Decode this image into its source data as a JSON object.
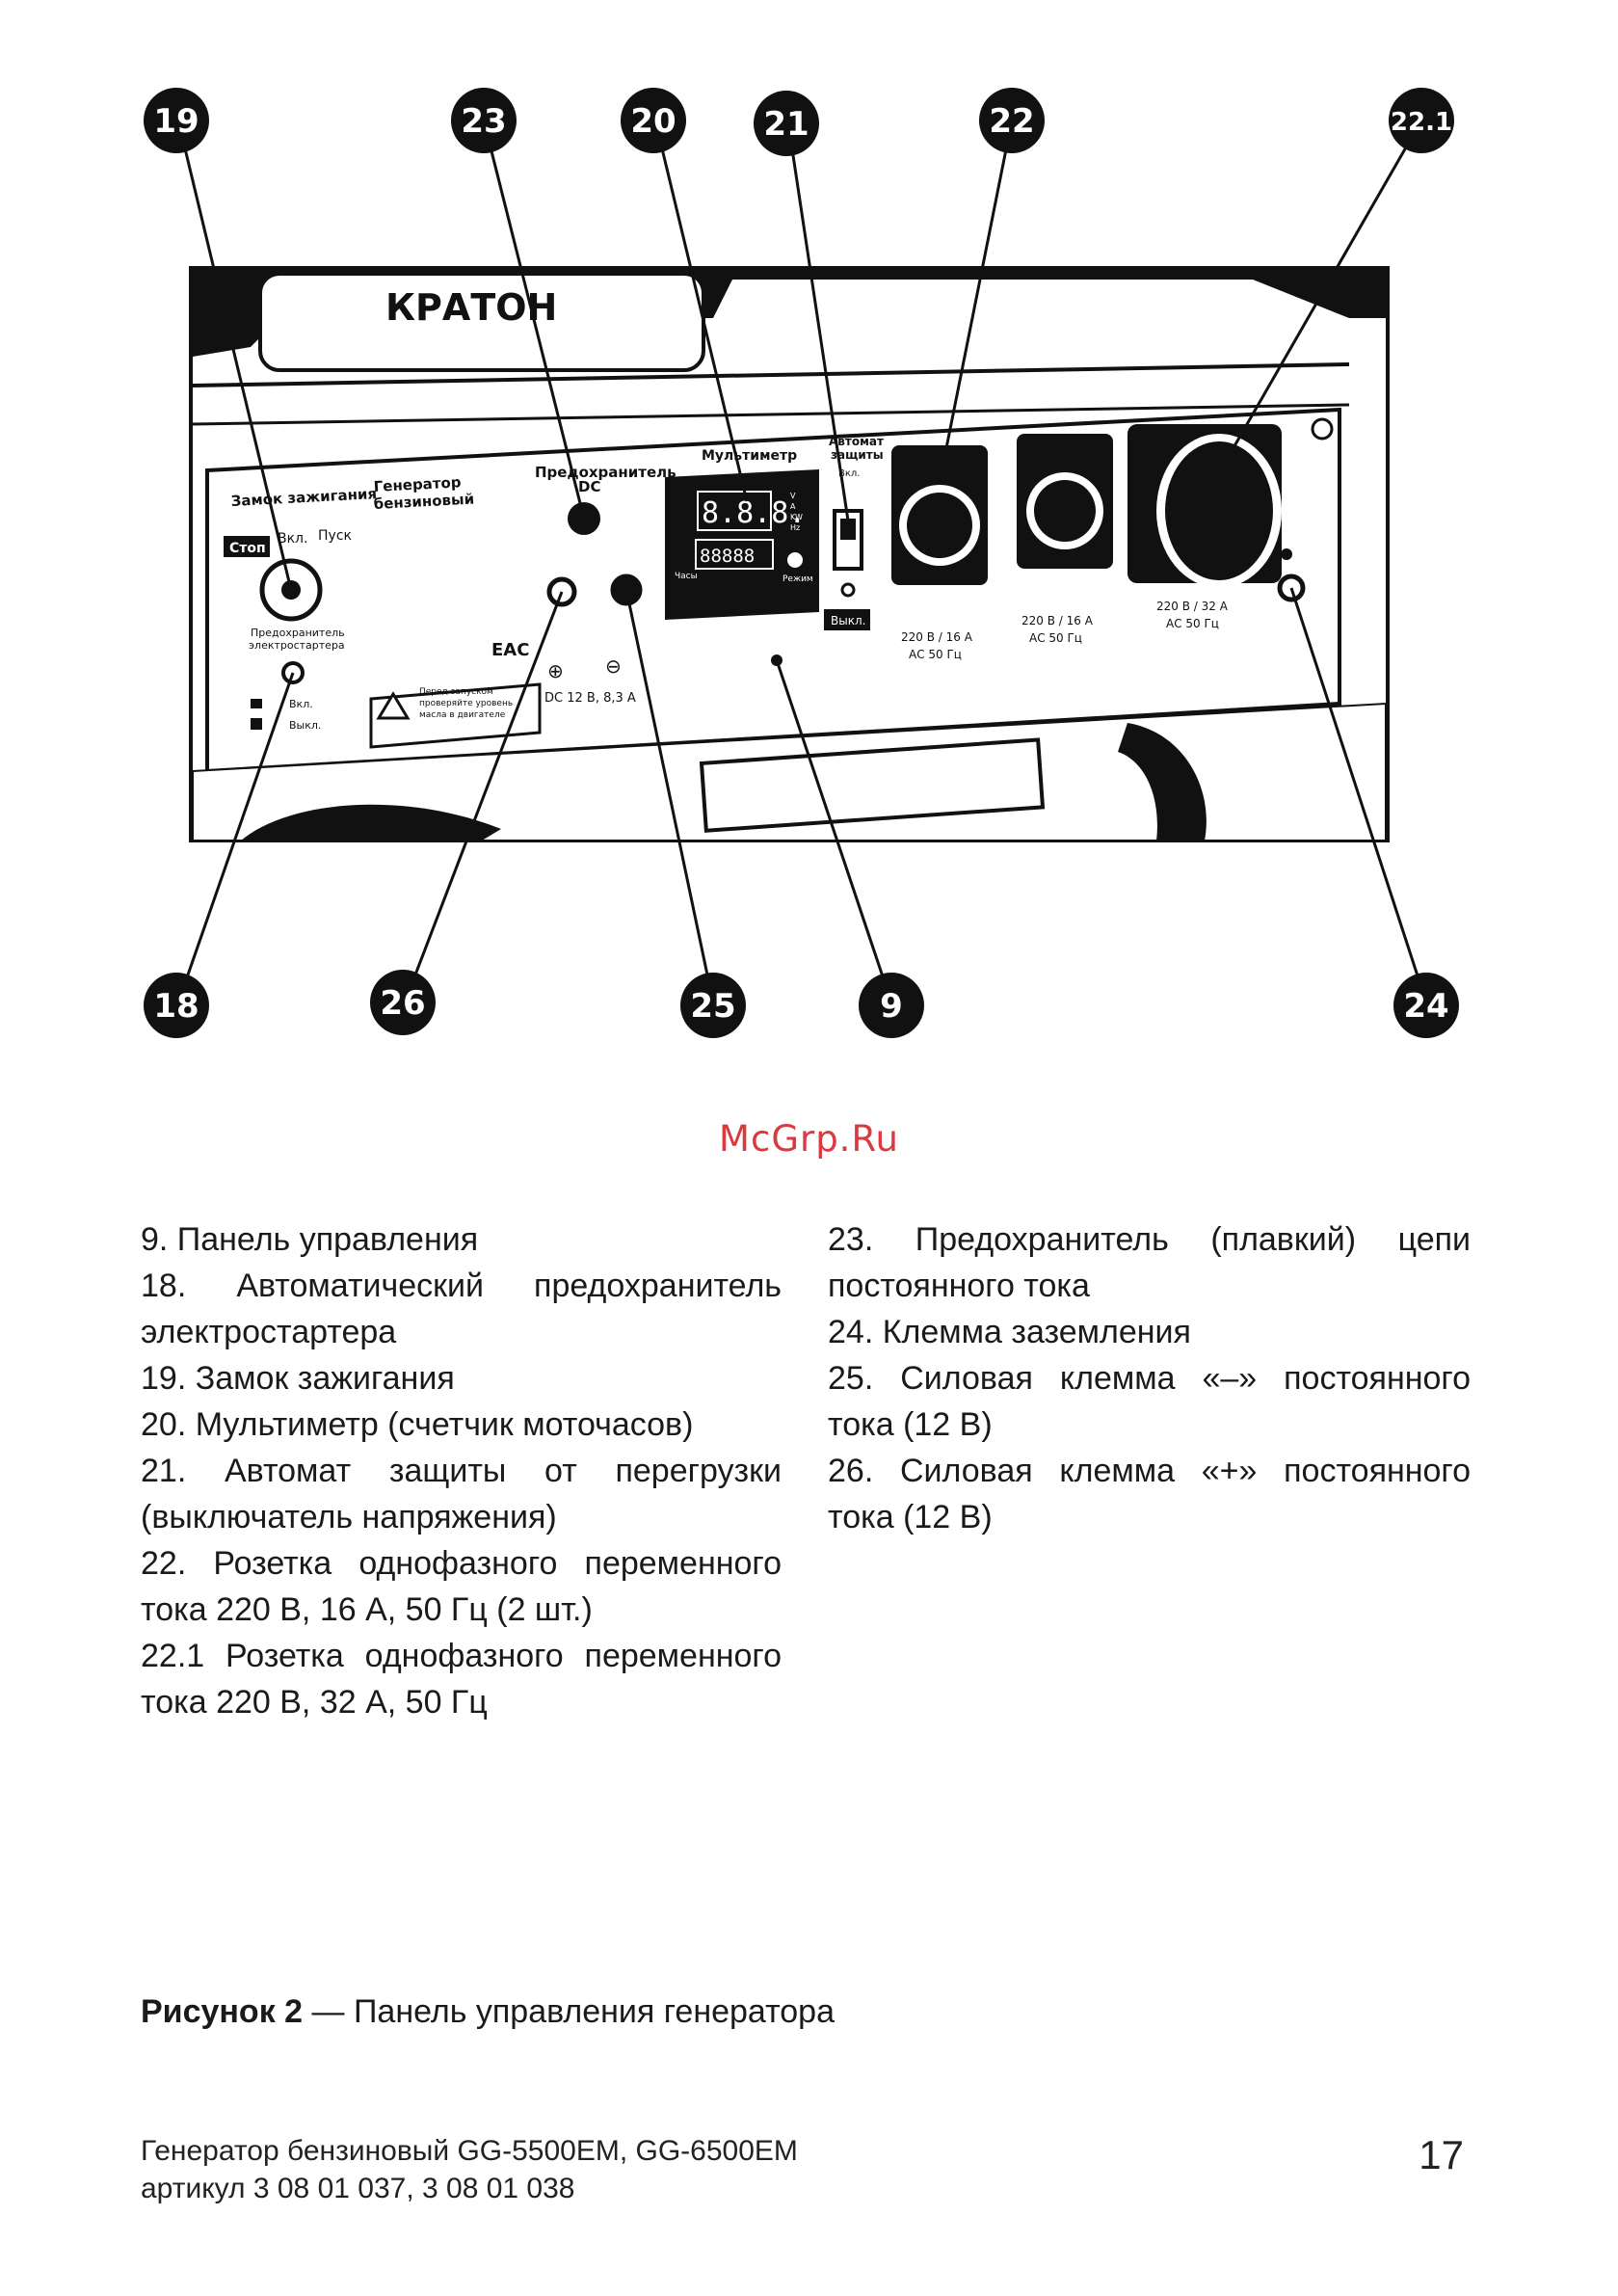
{
  "figure": {
    "callouts": [
      "19",
      "23",
      "20",
      "21",
      "22",
      "22.1",
      "18",
      "26",
      "25",
      "9",
      "24"
    ],
    "panel": {
      "brand": "КРАТОН",
      "ignition_title": "Замок зажигания",
      "generator_label_1": "Генератор",
      "generator_label_2": "бензиновый",
      "stop": "Стоп",
      "on": "Вкл.",
      "start": "Пуск",
      "fuse_starter_1": "Предохранитель",
      "fuse_starter_2": "электростартера",
      "switch_on": "Вкл.",
      "switch_off": "Выкл.",
      "eac": "ЕАС",
      "warning_1": "Перед запуском",
      "warning_2": "проверяйте уровень",
      "warning_3": "масла в двигателе",
      "fuse_dc": "Предохранитель",
      "fuse_dc_2": "DC",
      "plus": "⊕",
      "minus": "⊖",
      "dc_rating": "DC 12 В, 8,3 А",
      "multimeter": "Мультиметр",
      "display_top": "8.8.8.",
      "display_bottom": "88888",
      "led_v": "V",
      "led_a": "A",
      "led_kw": "KW",
      "led_hz": "Hz",
      "hours": "Часы",
      "mode": "Режим",
      "breaker_1": "Автомат",
      "breaker_2": "защиты",
      "breaker_on": "Вкл.",
      "breaker_off": "Выкл.",
      "socket1_a": "220 В / 16 А",
      "socket1_b": "АС 50 Гц",
      "socket2_a": "220 В / 16 А",
      "socket2_b": "АС 50 Гц",
      "socket3_a": "220 В / 32 А",
      "socket3_b": "АС 50 Гц"
    }
  },
  "watermark": "McGrp.Ru",
  "legend_left": [
    "9. Панель управления",
    "18. Автоматический предохранитель электростартера",
    "19. Замок зажигания",
    "20. Мультиметр (счетчик моточасов)",
    "21. Автомат защиты от перегрузки (выключатель напряжения)",
    "22. Розетка однофазного переменного тока 220 В, 16 А, 50 Гц (2 шт.)",
    "22.1 Розетка однофазного переменного тока 220 В, 32 А, 50 Гц"
  ],
  "legend_right": [
    "23. Предохранитель (плавкий) цепи постоянного тока",
    "24. Клемма заземления",
    "25. Силовая клемма «–» постоянного тока (12 В)",
    "26. Силовая клемма «+» постоянного тока (12 В)"
  ],
  "caption": {
    "bold": "Рисунок 2",
    "rest": " — Панель управления генератора"
  },
  "footer": {
    "line1": "Генератор бензиновый GG-5500EM, GG-6500EM",
    "line2": "артикул 3 08 01 037, 3 08 01 038"
  },
  "page_number": "17"
}
